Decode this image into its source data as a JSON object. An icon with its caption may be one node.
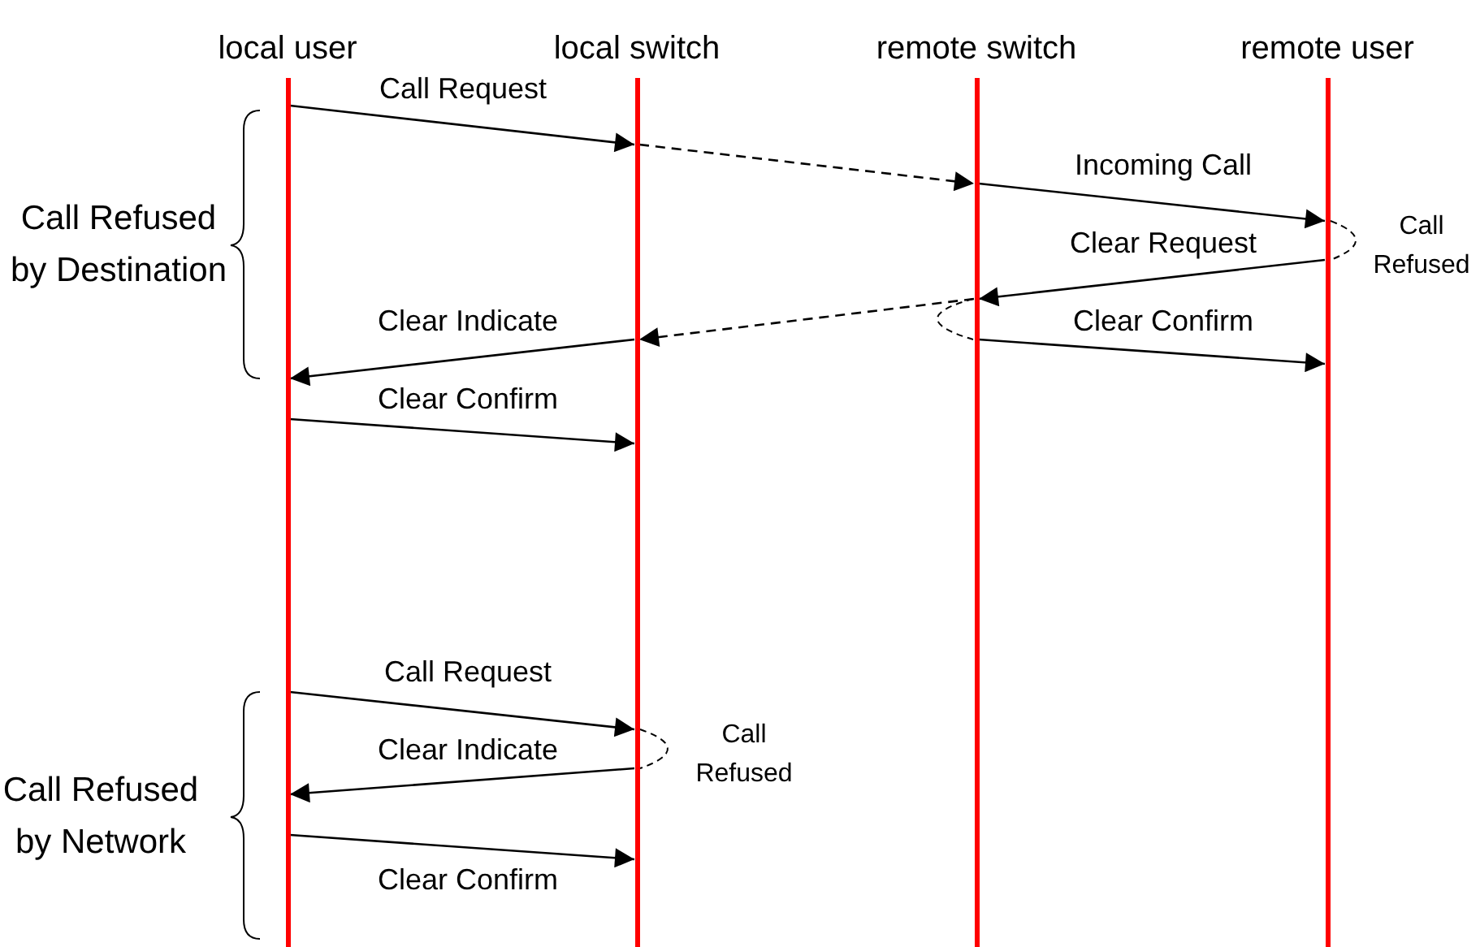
{
  "diagram": {
    "nodes": [
      {
        "text": [
          "local user"
        ]
      },
      {
        "text": [
          "local switch"
        ]
      },
      {
        "text": [
          "remote switch"
        ]
      },
      {
        "text": [
          "remote user"
        ]
      }
    ],
    "edges": [
      {
        "from": 0,
        "to": 1,
        "arrow": "to",
        "label": "Call Request"
      },
      {
        "from": 1,
        "to": 2,
        "arrow": "to",
        "style": "dashed"
      },
      {
        "from": 2,
        "to": 3,
        "arrow": "to",
        "label": "Incoming Call"
      },
      {
        "from": 3,
        "to": 2,
        "arrow": "to",
        "label": "Clear Request"
      },
      {
        "from": 2,
        "to": 1,
        "arrow": "to",
        "style": "dashed"
      },
      {
        "from": 1,
        "to": 0,
        "arrow": "to",
        "label": "Clear Indicate"
      },
      {
        "from": 2,
        "to": 3,
        "arrow": "to",
        "label": "Clear Confirm"
      },
      {
        "from": 0,
        "to": 1,
        "arrow": "to",
        "label": "Clear Confirm"
      },
      {
        "from": 0,
        "to": 1,
        "arrow": "to",
        "label": "Call Request"
      },
      {
        "from": 1,
        "to": 0,
        "arrow": "to",
        "label": "Clear Indicate"
      },
      {
        "from": 0,
        "to": 1,
        "arrow": "to",
        "label": "Clear Confirm"
      }
    ],
    "labels": [
      "Call Refused by Destination",
      "Call Refused",
      "Call Refused by Network",
      "Call Refused"
    ]
  }
}
